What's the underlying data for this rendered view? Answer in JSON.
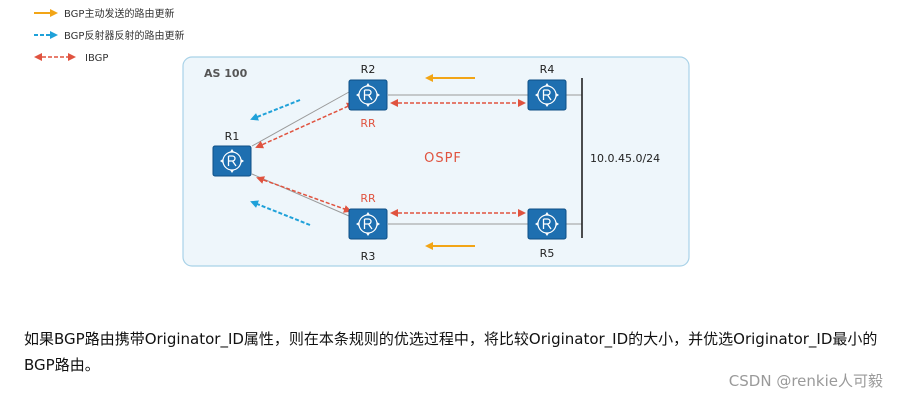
{
  "legend": [
    {
      "label": "BGP主动发送的路由更新",
      "style": "solid",
      "color": "#f2a516"
    },
    {
      "label": "BGP反射器反射的路由更新",
      "style": "dashed",
      "color": "#1fa1d9"
    },
    {
      "label": "IBGP",
      "style": "dashed-double",
      "color": "#e0533f"
    }
  ],
  "as_label": "AS 100",
  "igp_label": "OSPF",
  "network_label": "10.0.45.0/24",
  "routers": {
    "r1": "R1",
    "r2": "R2",
    "r3": "R3",
    "r4": "R4",
    "r5": "R5"
  },
  "rr_labels": {
    "r2": "RR",
    "r3": "RR"
  },
  "description": "如果BGP路由携带Originator_ID属性，则在本条规则的优选过程中，将比较Originator_ID的大小，并优选Originator_ID最小的BGP路由。",
  "watermark": "CSDN @renkie人可毅",
  "colors": {
    "router_fill": "#1e6fb0",
    "router_stroke": "#0d4f86",
    "as_box_fill": "#eef6fb",
    "as_box_stroke": "#a9d2e8",
    "link": "#9a9a9a",
    "ibgp": "#e0533f",
    "update": "#f2a516",
    "reflected": "#1fa1d9"
  }
}
